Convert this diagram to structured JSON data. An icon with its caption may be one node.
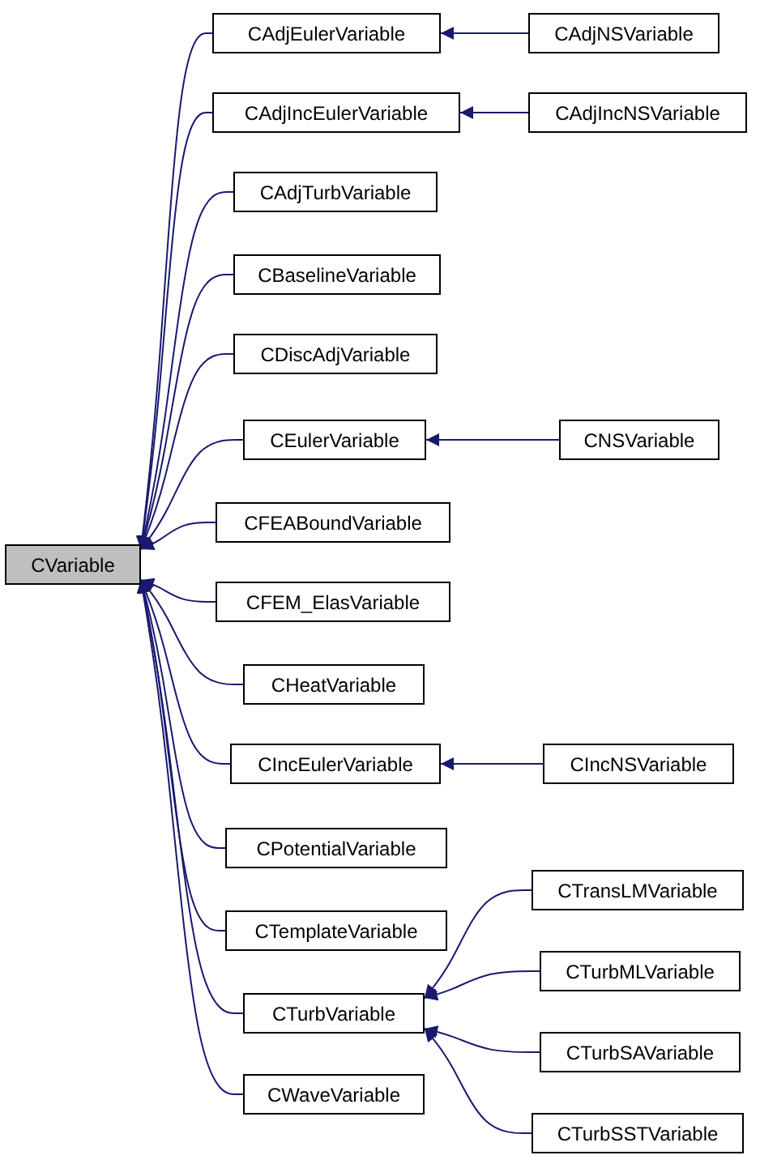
{
  "diagram": {
    "nodes": [
      {
        "text": [
          "CVariable"
        ]
      },
      {
        "text": [
          "CAdjEulerVariable"
        ]
      },
      {
        "text": [
          "CAdjNSVariable"
        ]
      },
      {
        "text": [
          "CAdjIncEulerVariable"
        ]
      },
      {
        "text": [
          "CAdjIncNSVariable"
        ]
      },
      {
        "text": [
          "CAdjTurbVariable"
        ]
      },
      {
        "text": [
          "CBaselineVariable"
        ]
      },
      {
        "text": [
          "CDiscAdjVariable"
        ]
      },
      {
        "text": [
          "CEulerVariable"
        ]
      },
      {
        "text": [
          "CNSVariable"
        ]
      },
      {
        "text": [
          "CFEABoundVariable"
        ]
      },
      {
        "text": [
          "CFEM_ElasVariable"
        ]
      },
      {
        "text": [
          "CHeatVariable"
        ]
      },
      {
        "text": [
          "CIncEulerVariable"
        ]
      },
      {
        "text": [
          "CIncNSVariable"
        ]
      },
      {
        "text": [
          "CPotentialVariable"
        ]
      },
      {
        "text": [
          "CTemplateVariable"
        ]
      },
      {
        "text": [
          "CTurbVariable"
        ]
      },
      {
        "text": [
          "CTransLMVariable"
        ]
      },
      {
        "text": [
          "CTurbMLVariable"
        ]
      },
      {
        "text": [
          "CTurbSAVariable"
        ]
      },
      {
        "text": [
          "CTurbSSTVariable"
        ]
      },
      {
        "text": [
          "CWaveVariable"
        ]
      }
    ],
    "edges": [
      {
        "from": 1,
        "to": 0,
        "arrow": "to"
      },
      {
        "from": 2,
        "to": 1,
        "arrow": "to"
      },
      {
        "from": 3,
        "to": 0,
        "arrow": "to"
      },
      {
        "from": 4,
        "to": 3,
        "arrow": "to"
      },
      {
        "from": 5,
        "to": 0,
        "arrow": "to"
      },
      {
        "from": 6,
        "to": 0,
        "arrow": "to"
      },
      {
        "from": 7,
        "to": 0,
        "arrow": "to"
      },
      {
        "from": 8,
        "to": 0,
        "arrow": "to"
      },
      {
        "from": 9,
        "to": 8,
        "arrow": "to"
      },
      {
        "from": 10,
        "to": 0,
        "arrow": "to"
      },
      {
        "from": 11,
        "to": 0,
        "arrow": "to"
      },
      {
        "from": 12,
        "to": 0,
        "arrow": "to"
      },
      {
        "from": 13,
        "to": 0,
        "arrow": "to"
      },
      {
        "from": 14,
        "to": 13,
        "arrow": "to"
      },
      {
        "from": 15,
        "to": 0,
        "arrow": "to"
      },
      {
        "from": 16,
        "to": 0,
        "arrow": "to"
      },
      {
        "from": 17,
        "to": 0,
        "arrow": "to"
      },
      {
        "from": 18,
        "to": 17,
        "arrow": "to"
      },
      {
        "from": 19,
        "to": 17,
        "arrow": "to"
      },
      {
        "from": 20,
        "to": 17,
        "arrow": "to"
      },
      {
        "from": 21,
        "to": 17,
        "arrow": "to"
      },
      {
        "from": 22,
        "to": 0,
        "arrow": "to"
      }
    ]
  }
}
